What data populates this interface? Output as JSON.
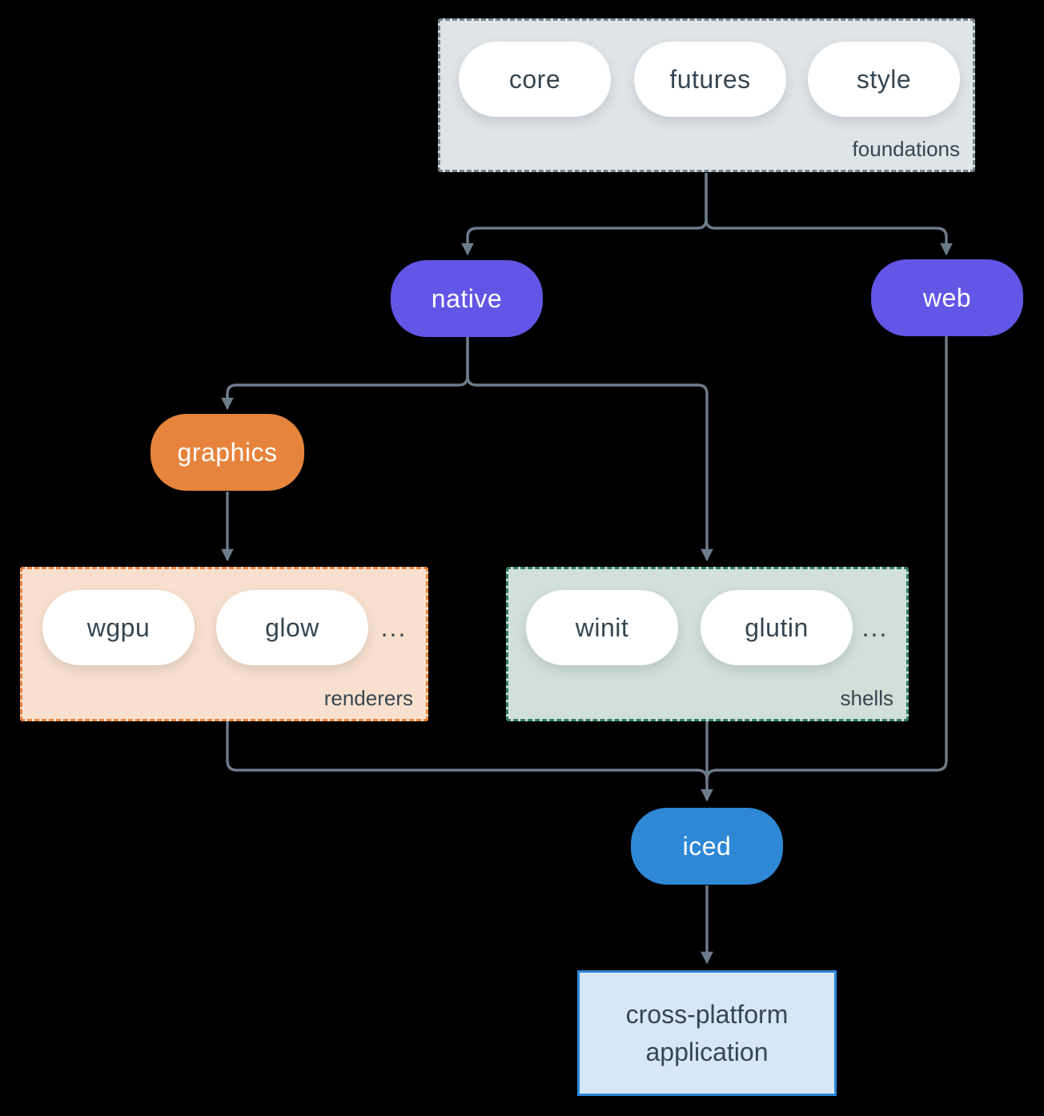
{
  "diagram": {
    "foundations": {
      "label": "foundations",
      "crates": [
        "core",
        "futures",
        "style"
      ]
    },
    "native": {
      "label": "native"
    },
    "web": {
      "label": "web"
    },
    "graphics": {
      "label": "graphics"
    },
    "renderers": {
      "label": "renderers",
      "crates": [
        "wgpu",
        "glow"
      ],
      "ellipsis": "..."
    },
    "shells": {
      "label": "shells",
      "crates": [
        "winit",
        "glutin"
      ],
      "ellipsis": "..."
    },
    "iced": {
      "label": "iced"
    },
    "application": {
      "label": "cross-platform application"
    }
  },
  "colors": {
    "background": "#000000",
    "connector": "#6d7c8b",
    "node_purple": "#6355e5",
    "node_orange": "#e6843d",
    "node_blue": "#2e88d6",
    "foundations_fill": "#dfe4e7",
    "foundations_border": "#76858f",
    "renderers_fill": "#f9e0ce",
    "renderers_border": "#e6843d",
    "shells_fill": "#d1e0d8",
    "shells_border": "#2e7c6c",
    "application_fill": "#d8e7f7",
    "application_border": "#2d87d8",
    "text_dark": "#364652",
    "text_light": "#ffffff"
  }
}
